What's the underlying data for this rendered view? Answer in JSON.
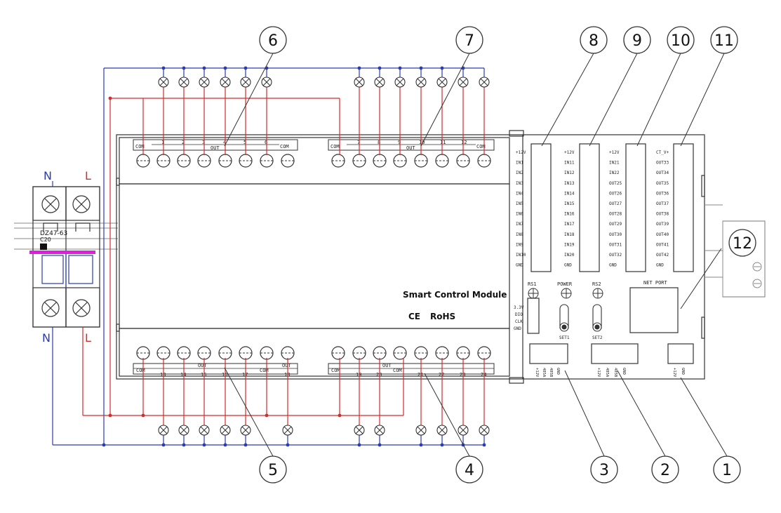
{
  "colors": {
    "line": "#2a2a2a",
    "phase_red": "#d62b2b",
    "neutral_blue": "#2a3bb5",
    "breaker_bar": "#e01ee0"
  },
  "breaker": {
    "left_label": "N",
    "right_label": "L",
    "model": "DZ47-63",
    "sub": "C20 ",
    "bottom_left_label": "N",
    "bottom_right_label": "L"
  },
  "module": {
    "name": "Smart Control Module",
    "ce_mark": "CE",
    "rohs": "RoHS"
  },
  "top_left_terminal": {
    "com_left": "COM",
    "com_right": "COM",
    "out": "OUT",
    "numbers": [
      "1",
      "2",
      "3",
      "4",
      "5",
      "6"
    ]
  },
  "top_right_terminal": {
    "com_left": "COM",
    "com_right": "COM",
    "out": "OUT",
    "numbers": [
      "7",
      "8",
      "9",
      "10",
      "11",
      "12"
    ]
  },
  "bottom_left_terminal": {
    "com_left": "COM",
    "com_mid": "COM",
    "out": "OUT",
    "out2": "OUT",
    "numbers": [
      "13",
      "14",
      "15",
      "16",
      "17",
      "18"
    ]
  },
  "bottom_right_terminal": {
    "com_left": "COM",
    "com_mid": "COM",
    "out": "OUT",
    "numbers": [
      "19",
      "20",
      "21",
      "22",
      "23",
      "24"
    ]
  },
  "io_columns": [
    [
      "+12V",
      "IN1",
      "IN2",
      "IN3",
      "IN4",
      "IN5",
      "IN6",
      "IN7",
      "IN8",
      "IN9",
      "IN10",
      "GND"
    ],
    [
      "+12V",
      "IN11",
      "IN12",
      "IN13",
      "IN14",
      "IN15",
      "IN16",
      "IN17",
      "IN18",
      "IN19",
      "IN20",
      "GND"
    ],
    [
      "+12V",
      "IN21",
      "IN22",
      "OUT25",
      "OUT26",
      "OUT27",
      "OUT28",
      "OUT29",
      "OUT30",
      "OUT31",
      "OUT32",
      "GND"
    ],
    [
      "CT_V+",
      "OUT33",
      "OUT34",
      "OUT35",
      "OUT36",
      "OUT37",
      "OUT38",
      "OUT39",
      "OUT40",
      "OUT41",
      "OUT42",
      "GND"
    ]
  ],
  "debug_labels": [
    "3.3V",
    "DIO",
    "CLK",
    "GND"
  ],
  "leds": {
    "rs1": "RS1",
    "power": "POWER",
    "rs2": "RS2"
  },
  "buttons": {
    "set1": "SET1",
    "set2": "SET2"
  },
  "net_port": "NET PORT",
  "bottom_connectors": {
    "c1": [
      "+12V",
      "485A",
      "485B",
      "GND"
    ],
    "c2": [
      "+12V",
      "485A",
      "485B",
      "GND"
    ],
    "c3": [
      "+12V",
      "GND"
    ]
  },
  "callouts": [
    "1",
    "2",
    "3",
    "4",
    "5",
    "6",
    "7",
    "8",
    "9",
    "10",
    "11",
    "12"
  ]
}
